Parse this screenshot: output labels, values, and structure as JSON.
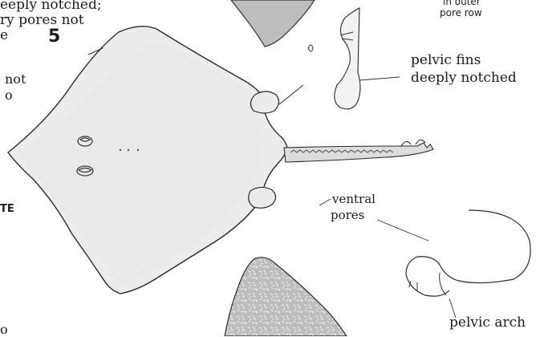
{
  "top_left_text": {
    "line1": "eeply notched;",
    "line2": "ry pores not",
    "line3": "e"
  },
  "figure_number": "5",
  "left_fragment": {
    "line1": "not",
    "line2": "o"
  },
  "te_fragment": "TE",
  "bottom_left_fragment": {
    "line1": "",
    "line2": "o"
  },
  "outer_pore_label": {
    "line1": "in outer",
    "line2": "pore row"
  },
  "pelvic_fins_label": {
    "line1": "pelvic fins",
    "line2": "deeply notched"
  },
  "ventral_pores_label": {
    "line1": "ventral",
    "line2": "pores"
  },
  "pelvic_arch_label": "pelvic arch"
}
